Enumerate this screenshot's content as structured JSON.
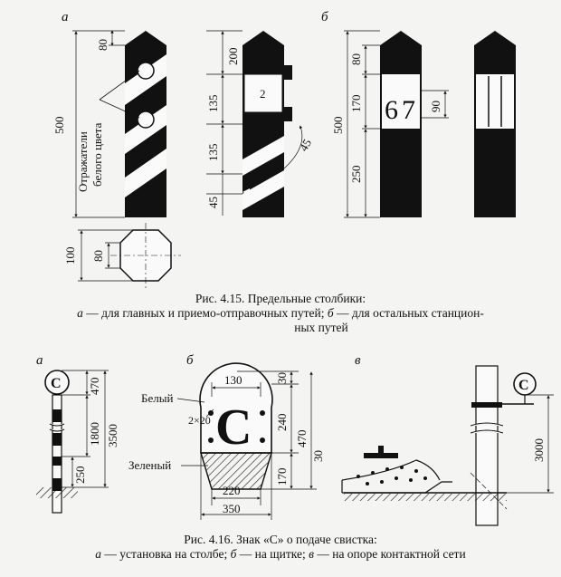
{
  "fig415": {
    "label_a": "а",
    "label_b": "б",
    "reflectors_line1": "Отражатели",
    "reflectors_line2": "белого цвета",
    "dim_500_a": "500",
    "dim_80_a": "80",
    "dim_100": "100",
    "dim_80_plan": "80",
    "dim_200": "200",
    "dim_135_top": "135",
    "dim_135_bot": "135",
    "dim_45_left": "45",
    "dim_45_angle": "45",
    "plate_num": "2",
    "dim_500_b": "500",
    "dim_80_b": "80",
    "dim_170": "170",
    "dim_250": "250",
    "dim_90": "90",
    "number_6": "6",
    "number_7": "7",
    "caption_title": "Рис. 4.15. Предельные столбики:",
    "caption_a_letter": "а",
    "caption_a_text": " — для главных и приемо-отправочных путей; ",
    "caption_b_letter": "б",
    "caption_b_text": " — для остальных станцион-",
    "caption_line2": "ных путей"
  },
  "fig416": {
    "label_a": "а",
    "label_b": "б",
    "label_v": "в",
    "sign_letter": "С",
    "dim_470": "470",
    "dim_1800": "1800",
    "dim_3500": "3500",
    "dim_250": "250",
    "dim_130": "130",
    "dim_30_top": "30",
    "white_label": "Белый",
    "dim_2x20": "2×20",
    "dim_240": "240",
    "dim_470_b": "470",
    "dim_30_mid": "30",
    "green_label": "Зеленый",
    "dim_170": "170",
    "dim_220": "220",
    "dim_350": "350",
    "dim_3000": "3000",
    "caption_title": "Рис. 4.16. Знак «С» о подаче свистка:",
    "caption_a_letter": "а",
    "caption_a_text": " — установка на столбе; ",
    "caption_b_letter": "б",
    "caption_b_text": " — на щитке; ",
    "caption_v_letter": "в",
    "caption_v_text": " — на опоре контактной сети"
  }
}
